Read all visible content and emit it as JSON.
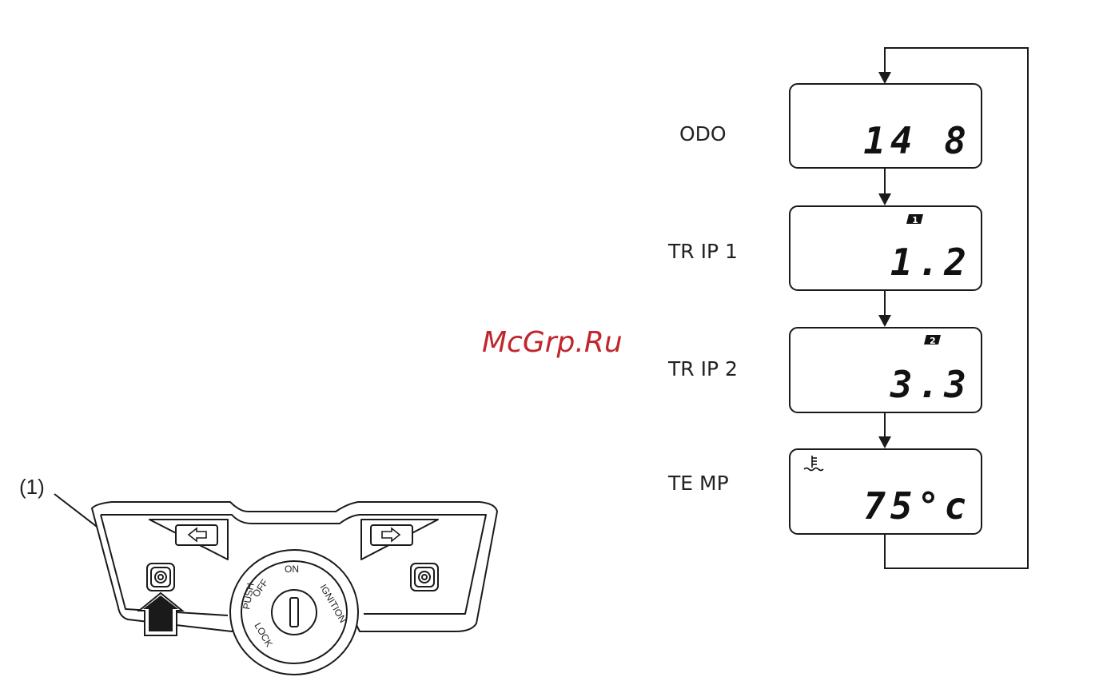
{
  "watermark": {
    "text": "McGrp.Ru",
    "color": "#c0262c"
  },
  "callout": {
    "label": "(1)"
  },
  "modes": [
    {
      "label": "ODO",
      "value": "14 8",
      "indicator": ""
    },
    {
      "label": "TR IP 1",
      "value": "1.2",
      "indicator": "1"
    },
    {
      "label": "TR IP 2",
      "value": "3.3",
      "indicator": "2"
    },
    {
      "label": "TE MP",
      "value": "75°c",
      "indicator": "coolant-temp"
    }
  ],
  "ignition": {
    "off_label": "OFF",
    "on_label": "ON",
    "ignition_label": "IGNITION",
    "lock_label": "LOCK",
    "push_label": "PUSH"
  },
  "icons": {
    "left_arrow": "left-arrow-icon",
    "right_arrow": "right-arrow-icon",
    "push_arrow": "up-arrow-icon",
    "coolant": "coolant-temp-icon"
  },
  "colors": {
    "line": "#1a1a1a",
    "watermark": "#c0262c"
  }
}
